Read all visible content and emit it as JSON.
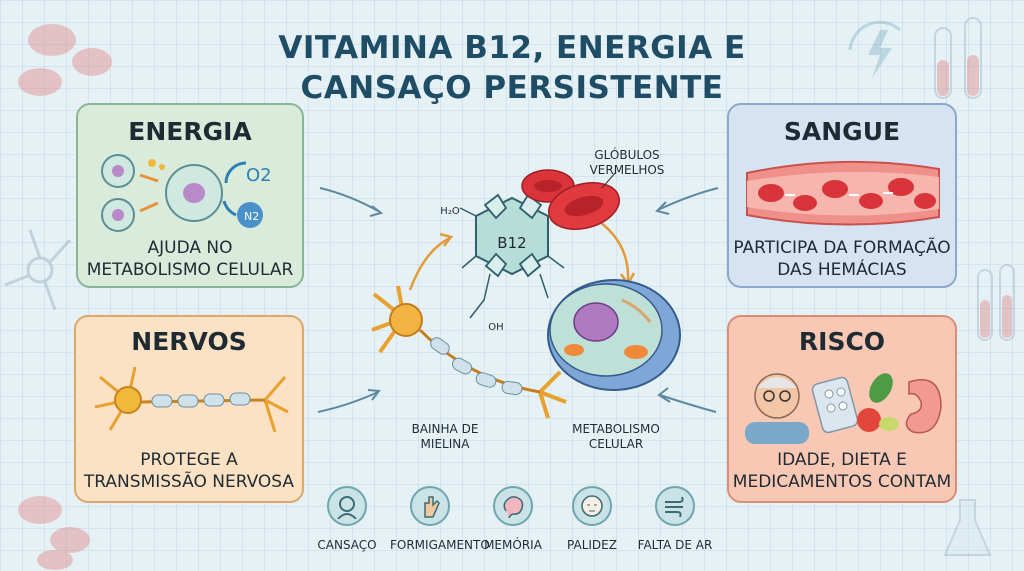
{
  "title": "VITAMINA B12, ENERGIA E CANSAÇO PERSISTENTE",
  "cards": {
    "energia": {
      "title": "ENERGIA",
      "line1": "AJUDA NO",
      "line2": "METABOLISMO CELULAR",
      "o2": "O2",
      "n2": "N2"
    },
    "nervos": {
      "title": "NERVOS",
      "line1": "PROTEGE A",
      "line2": "TRANSMISSÃO NERVOSA"
    },
    "sangue": {
      "title": "SANGUE",
      "line1": "PARTICIPA DA FORMAÇÃO",
      "line2": "DAS HEMÁCIAS"
    },
    "risco": {
      "title": "RISCO",
      "line1": "IDADE, DIETA E",
      "line2": "MEDICAMENTOS CONTAM"
    }
  },
  "center": {
    "b12": "B12",
    "h2o": "H₂O",
    "oh": "OH",
    "globulos_line1": "GLÓBULOS",
    "globulos_line2": "VERMELHOS",
    "bainha_line1": "BAINHA DE",
    "bainha_line2": "MIELINA",
    "metab_line1": "METABOLISMO",
    "metab_line2": "CELULAR"
  },
  "symptoms": [
    {
      "label": "CANSAÇO",
      "icon": "tired-face-icon"
    },
    {
      "label": "FORMIGAMENTO",
      "icon": "tingling-hand-icon"
    },
    {
      "label": "MEMÓRIA",
      "icon": "brain-icon"
    },
    {
      "label": "PALIDEZ",
      "icon": "pale-face-icon"
    },
    {
      "label": "FALTA DE AR",
      "icon": "wind-icon"
    }
  ],
  "colors": {
    "title": "#1f4d66",
    "energia": "#d9ecdc",
    "nervos": "#fbe2c4",
    "sangue": "#d6e3f3",
    "risco": "#f9c8b4",
    "blood": "#d8343a"
  }
}
